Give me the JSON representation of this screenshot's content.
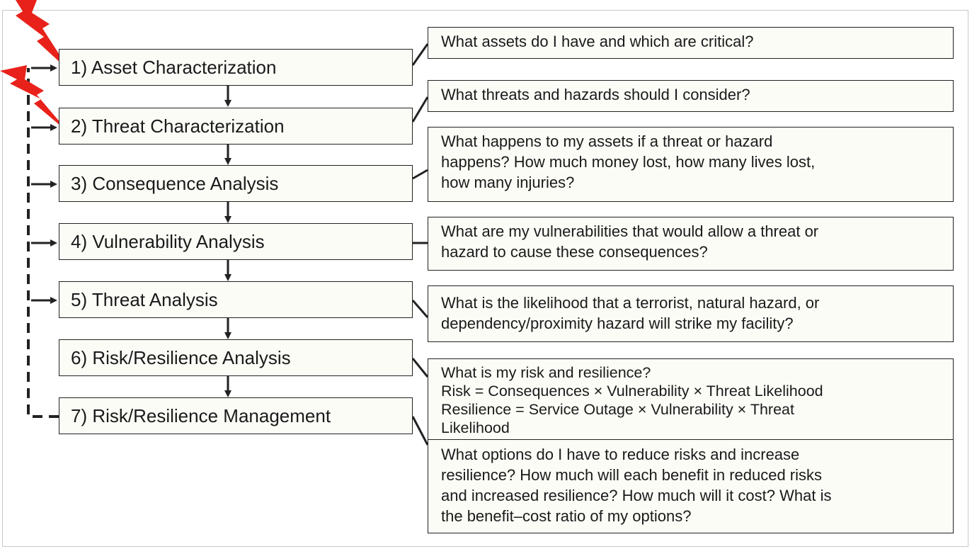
{
  "steps": [
    {
      "label": "1) Asset Characterization"
    },
    {
      "label": "2) Threat Characterization"
    },
    {
      "label": "3) Consequence Analysis"
    },
    {
      "label": "4) Vulnerability Analysis"
    },
    {
      "label": "5) Threat Analysis"
    },
    {
      "label": "6) Risk/Resilience Analysis"
    },
    {
      "label": "7) Risk/Resilience Management"
    }
  ],
  "questions": [
    {
      "text": "What assets do I have and which are critical?"
    },
    {
      "text": "What threats and hazards should I consider?"
    },
    {
      "text": "What happens to my assets if a threat or hazard\nhappens? How much money lost, how many lives lost,\nhow many injuries?"
    },
    {
      "text": "What are my vulnerabilities that would allow a threat or\nhazard to cause these consequences?"
    },
    {
      "text": "What is the likelihood that a terrorist, natural hazard, or\ndependency/proximity hazard will strike my facility?"
    },
    {
      "text": "What is my risk and resilience?\nRisk = Consequences × Vulnerability × Threat Likelihood\nResilience = Service Outage × Vulnerability × Threat\nLikelihood"
    },
    {
      "text": "What options do I have to reduce risks and increase\nresilience? How much will each benefit in reduced risks\nand increased resilience? How much will it cost? What is\nthe benefit–cost ratio of my options?"
    }
  ],
  "colors": {
    "box_fill": "#fcfcf7",
    "line": "#222222",
    "lightning": "#e8221b"
  },
  "icons": {
    "marker": "lightning-bolt-icon",
    "feedback": "dashed-feedback-loop",
    "flow": "down-arrow-icon"
  }
}
